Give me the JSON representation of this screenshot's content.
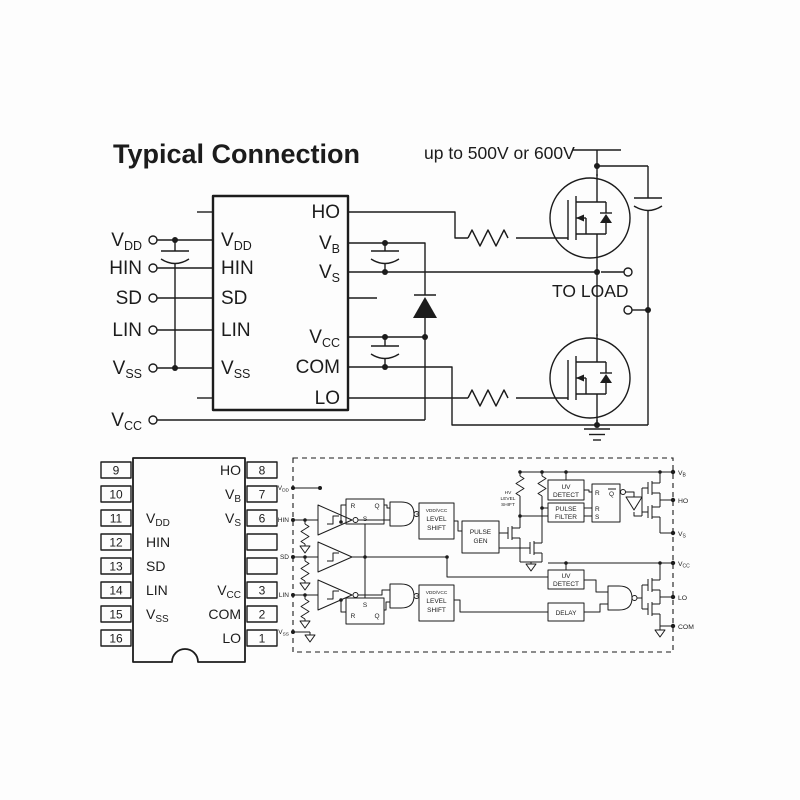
{
  "colors": {
    "ink": "#1c1c1c",
    "background": "#ffffff"
  },
  "schematic": {
    "title": "Typical Connection",
    "hv_label": "up to 500V or 600V",
    "load_label": "TO LOAD",
    "ic_left_pins": [
      {
        "b": "V",
        "s": "DD"
      },
      {
        "b": "HIN",
        "s": ""
      },
      {
        "b": "SD",
        "s": ""
      },
      {
        "b": "LIN",
        "s": ""
      },
      {
        "b": "V",
        "s": "SS"
      }
    ],
    "ic_right_pins": [
      {
        "b": "HO",
        "s": ""
      },
      {
        "b": "V",
        "s": "B"
      },
      {
        "b": "V",
        "s": "S"
      },
      {
        "b": "V",
        "s": "CC"
      },
      {
        "b": "COM",
        "s": ""
      },
      {
        "b": "LO",
        "s": ""
      }
    ],
    "ext_terminals": [
      {
        "b": "V",
        "s": "DD"
      },
      {
        "b": "HIN",
        "s": ""
      },
      {
        "b": "SD",
        "s": ""
      },
      {
        "b": "LIN",
        "s": ""
      },
      {
        "b": "V",
        "s": "SS"
      }
    ],
    "ext_vcc": {
      "b": "V",
      "s": "CC"
    }
  },
  "package": {
    "left_numbers": [
      "9",
      "10",
      "11",
      "12",
      "13",
      "14",
      "15",
      "16"
    ],
    "right_numbers": [
      "8",
      "7",
      "6",
      "",
      "",
      "3",
      "2",
      "1"
    ],
    "left_labels": [
      {
        "b": "V",
        "s": "DD"
      },
      {
        "b": "HIN",
        "s": ""
      },
      {
        "b": "SD",
        "s": ""
      },
      {
        "b": "LIN",
        "s": ""
      },
      {
        "b": "V",
        "s": "SS"
      }
    ],
    "right_labels": [
      {
        "b": "HO",
        "s": ""
      },
      {
        "b": "V",
        "s": "B"
      },
      {
        "b": "V",
        "s": "S"
      },
      {
        "b": "V",
        "s": "CC"
      },
      {
        "b": "COM",
        "s": ""
      },
      {
        "b": "LO",
        "s": ""
      }
    ]
  },
  "block": {
    "inputs": [
      {
        "b": "V",
        "s": "DD"
      },
      {
        "b": "HIN",
        "s": ""
      },
      {
        "b": "SD",
        "s": ""
      },
      {
        "b": "LIN",
        "s": ""
      },
      {
        "b": "V",
        "s": "SS"
      }
    ],
    "outputs": [
      {
        "b": "V",
        "s": "B"
      },
      {
        "b": "HO",
        "s": ""
      },
      {
        "b": "V",
        "s": "S"
      },
      {
        "b": "V",
        "s": "CC"
      },
      {
        "b": "LO",
        "s": ""
      },
      {
        "b": "COM",
        "s": ""
      }
    ],
    "uv_detect": {
      "l1": "UV",
      "l2": "DETECT"
    },
    "pulse_filter": {
      "l1": "PULSE",
      "l2": "FILTER"
    },
    "pulse_gen": {
      "l1": "PULSE",
      "l2": "GEN"
    },
    "delay": "DELAY",
    "level_shift": {
      "l1": "VDD/VCC",
      "l2": "LEVEL",
      "l3": "SHIFT"
    },
    "hv_shift": {
      "l1": "HV",
      "l2": "LEVEL",
      "l3": "SHIFT"
    },
    "latch": {
      "r": "R",
      "s": "S",
      "q": "Q"
    }
  }
}
